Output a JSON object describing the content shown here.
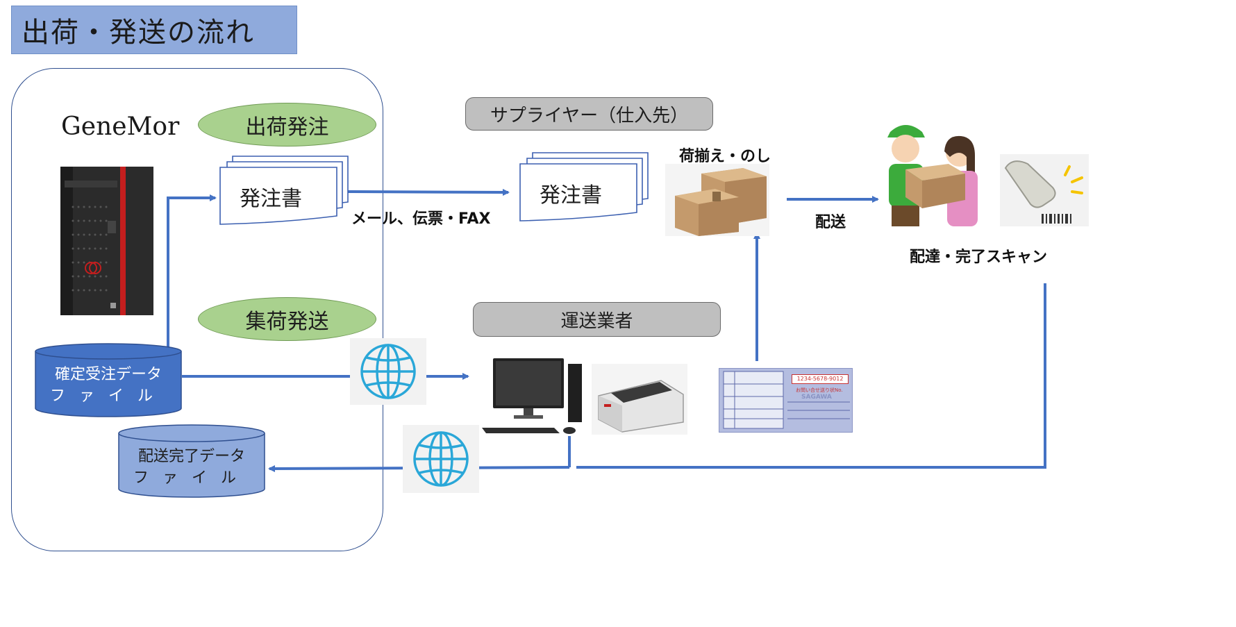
{
  "title": "出荷・発送の流れ",
  "system": {
    "name": "GeneMor"
  },
  "processes": {
    "shipping_order": "出荷発注",
    "pickup_shipping": "集荷発送"
  },
  "documents": {
    "order_form_left": "発注書",
    "order_form_right": "発注書"
  },
  "files": {
    "confirmed_orders_line1": "確定受注データ",
    "confirmed_orders_line2": "ファイル",
    "delivery_complete_line1": "配送完了データ",
    "delivery_complete_line2": "ファイル"
  },
  "actors": {
    "supplier": "サプライヤー（仕入先）",
    "carrier": "運送業者"
  },
  "labels": {
    "channels": "メール、伝票・FAX",
    "packing": "荷揃え・のし",
    "delivery": "配送",
    "delivered_scan": "配達・完了スキャン"
  },
  "waybill": {
    "number": "1234-5678-9012",
    "inquiry": "お問い合せ送り状No.",
    "brand": "SAGAWA"
  },
  "colors": {
    "arrow": "#4472c4",
    "title_fill": "#8faadc",
    "ellipse_fill": "#a9d18e",
    "cylinder_fill": "#4472c4",
    "cylinder2_fill": "#8faadc",
    "label_fill": "#bfbfbf"
  },
  "icons": [
    "server-tower-icon",
    "globe-icon",
    "cardboard-boxes-icon",
    "delivery-person-icon",
    "barcode-scanner-icon",
    "desktop-computer-icon",
    "dot-matrix-printer-icon",
    "waybill-slip-icon"
  ]
}
